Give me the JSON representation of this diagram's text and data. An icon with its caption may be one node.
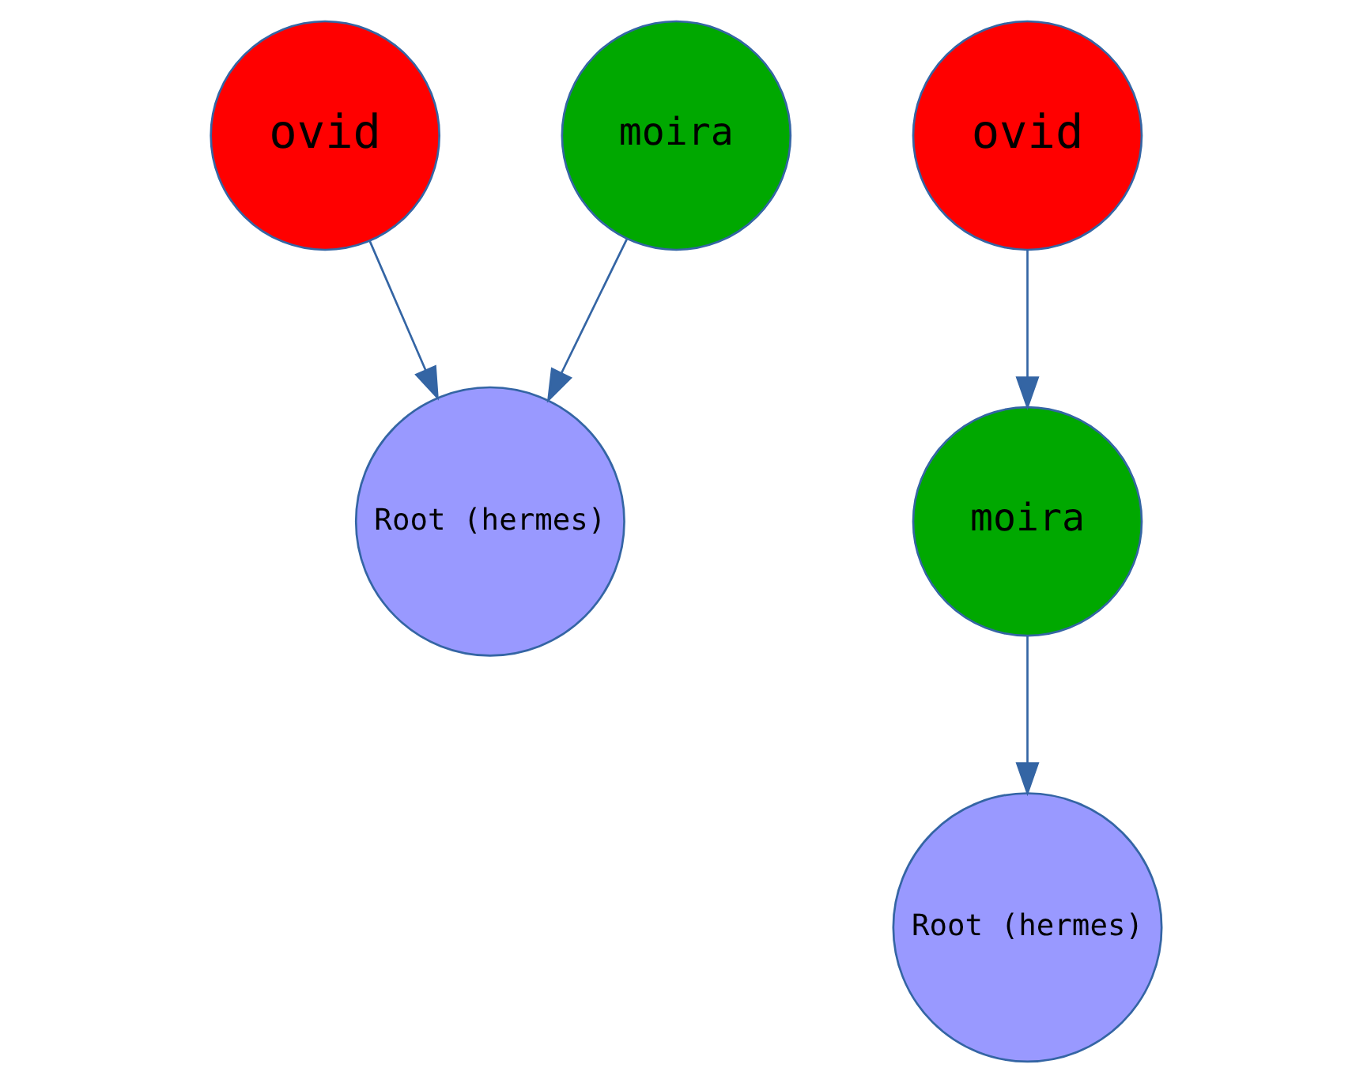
{
  "diagram": {
    "nodes": [
      {
        "text": [
          "ovid"
        ]
      },
      {
        "text": [
          "moira"
        ]
      },
      {
        "text": [
          "Root (hermes)"
        ]
      },
      {
        "text": [
          "ovid"
        ]
      },
      {
        "text": [
          "moira"
        ]
      },
      {
        "text": [
          "Root (hermes)"
        ]
      }
    ],
    "edges": [
      {
        "from": 0,
        "to": 2,
        "arrow": "to"
      },
      {
        "from": 1,
        "to": 2,
        "arrow": "to"
      },
      {
        "from": 3,
        "to": 4,
        "arrow": "to"
      },
      {
        "from": 4,
        "to": 5,
        "arrow": "to"
      }
    ]
  }
}
